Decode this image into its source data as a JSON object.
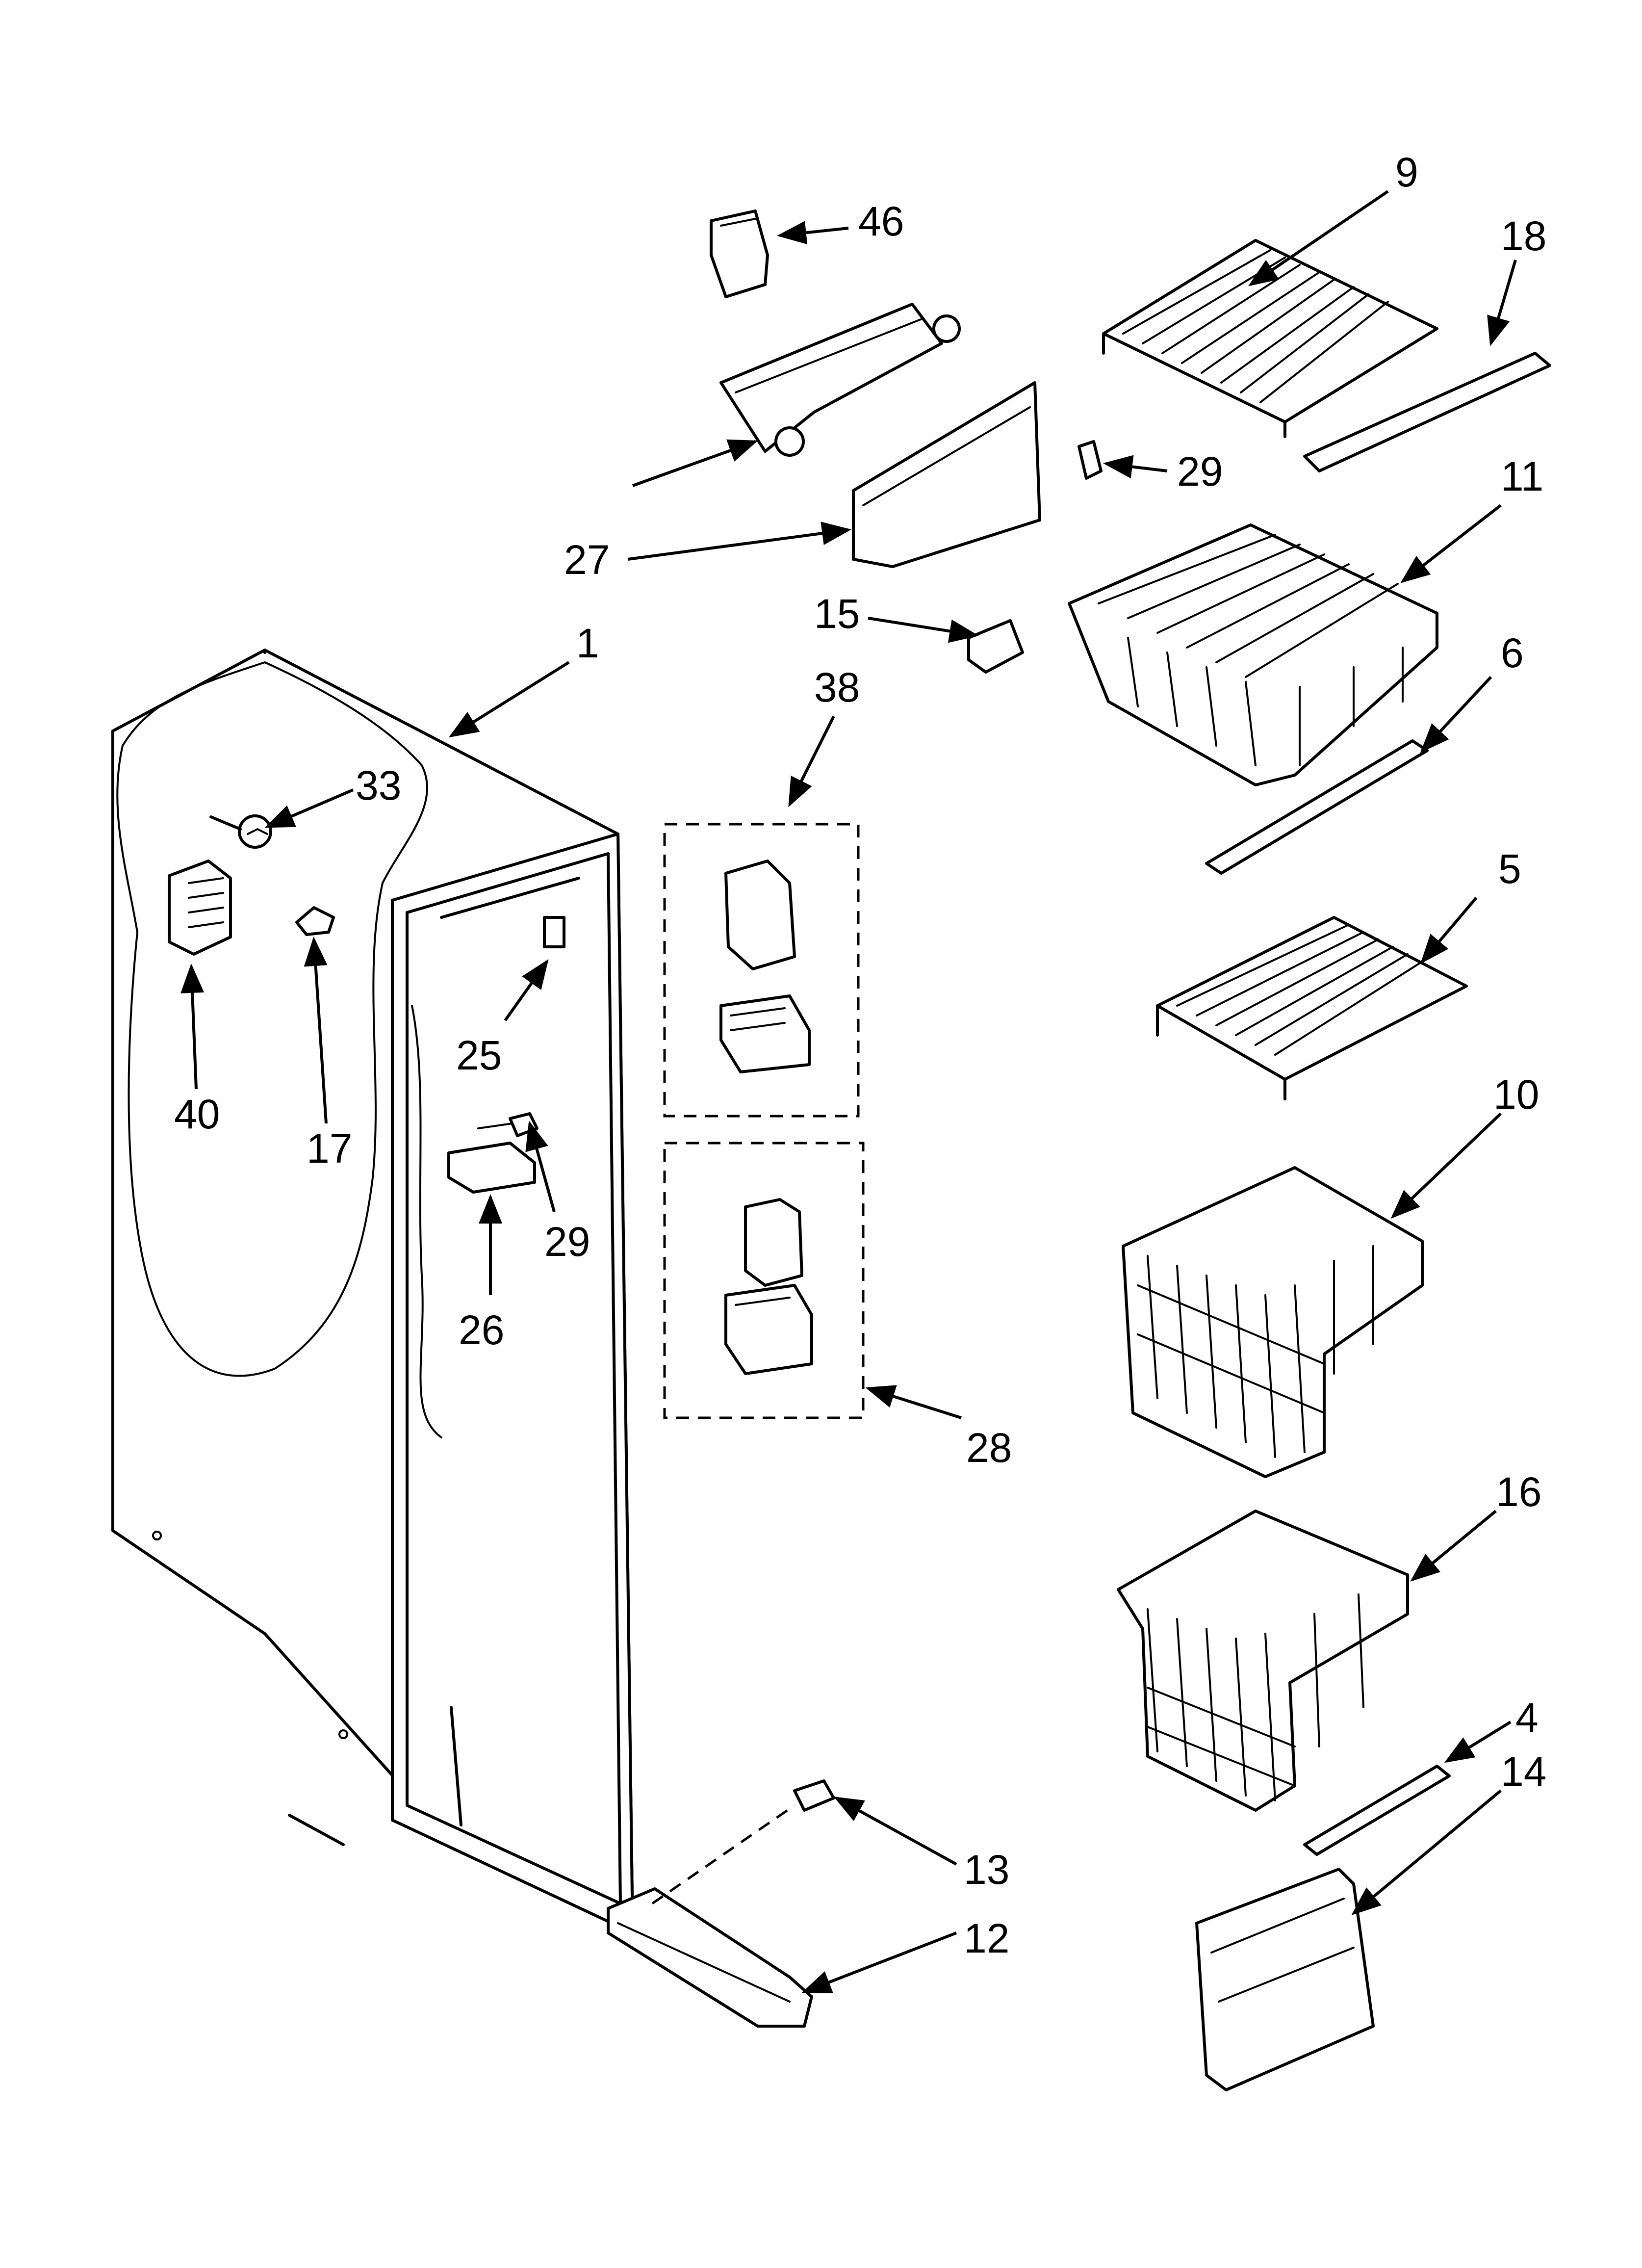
{
  "callouts": [
    "1",
    "4",
    "5",
    "6",
    "9",
    "10",
    "11",
    "12",
    "13",
    "14",
    "15",
    "16",
    "17",
    "18",
    "25",
    "26",
    "27",
    "28",
    "29",
    "29",
    "33",
    "38",
    "40",
    "46"
  ]
}
